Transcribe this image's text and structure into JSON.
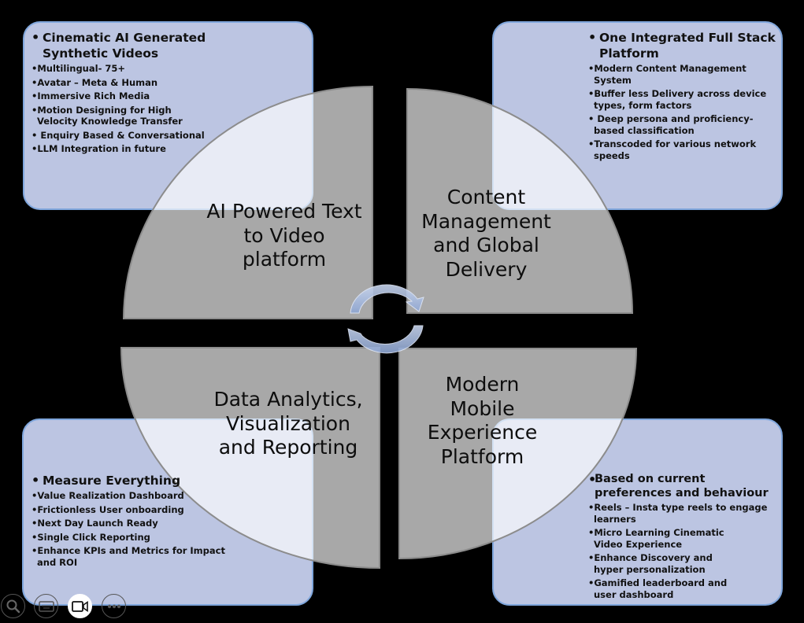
{
  "boxes": {
    "top_left": {
      "heading": "Cinematic AI Generated Synthetic Videos",
      "items": [
        "Multilingual- 75+",
        "Avatar – Meta & Human",
        "Immersive Rich Media",
        "Motion Designing for High Velocity Knowledge Transfer",
        " Enquiry Based & Conversational",
        "LLM Integration in future"
      ]
    },
    "top_right": {
      "heading": "One Integrated Full Stack Platform",
      "items": [
        "Modern Content Management System",
        "Buffer less Delivery across device types, form factors",
        " Deep persona and proficiency-based classification",
        "Transcoded for various network speeds"
      ]
    },
    "bottom_left": {
      "heading": "Measure Everything",
      "items": [
        "Value Realization Dashboard",
        "Frictionless User onboarding",
        "Next Day Launch Ready",
        "Single Click Reporting",
        "Enhance KPIs and Metrics for Impact and ROI"
      ]
    },
    "bottom_right": {
      "heading": "Based on current preferences and behaviour",
      "items": [
        "Reels – Insta type reels to engage learners",
        "Micro Learning Cinematic Video Experience",
        "Enhance Discovery and hyper personalization",
        "Gamified leaderboard and user dashboard"
      ]
    }
  },
  "quadrants": {
    "top_left": "AI Powered Text to Video platform",
    "top_right": "Content Management and Global Delivery",
    "bottom_left": "Data Analytics, Visualization and Reporting",
    "bottom_right": "Modern Mobile Experience Platform"
  },
  "center_icon": "cycle-arrows-icon",
  "controls": [
    {
      "name": "search",
      "icon": "magnifier-icon"
    },
    {
      "name": "subtitles",
      "icon": "keyboard-icon"
    },
    {
      "name": "camera",
      "icon": "video-camera-icon"
    },
    {
      "name": "more",
      "icon": "ellipsis-icon"
    }
  ],
  "colors": {
    "background": "#000000",
    "box_fill": "#bcc5e2",
    "box_border": "#7fa6dc",
    "quadrant_gray": "#a9a9a9",
    "arrow": "#a9bde0"
  }
}
